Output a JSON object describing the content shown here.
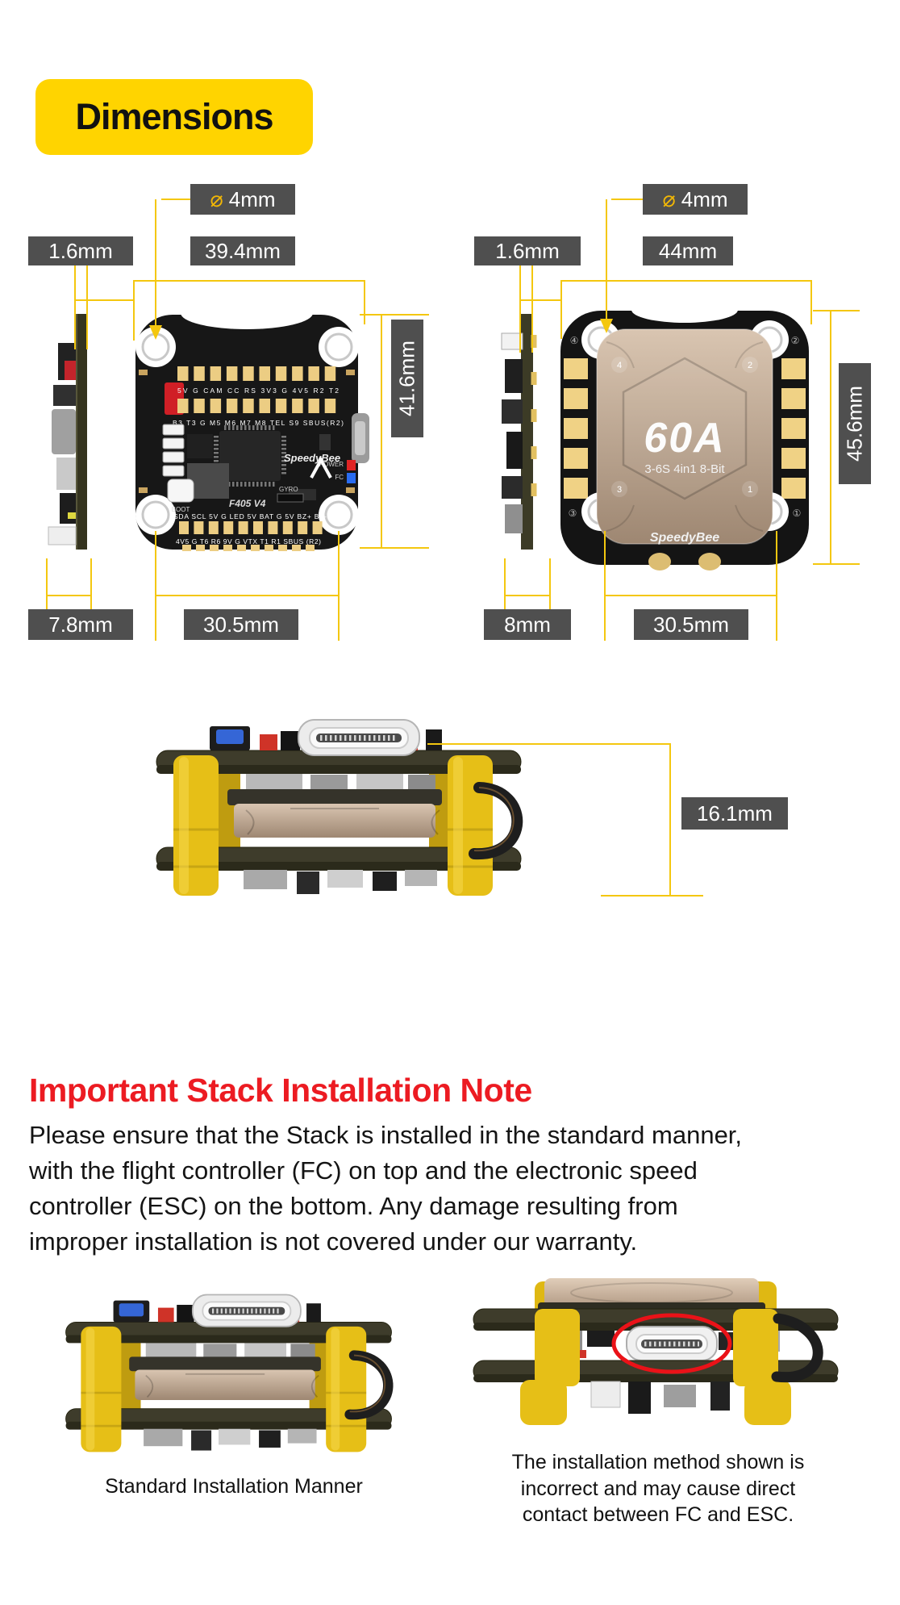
{
  "title": "Dimensions",
  "fc": {
    "phi": "⌀",
    "hole_diameter": "4mm",
    "thickness": "1.6mm",
    "width": "39.4mm",
    "height": "41.6mm",
    "side_width": "7.8mm",
    "mount_spacing": "30.5mm",
    "board": {
      "brand": "SpeedyBee",
      "model": "F405 V4",
      "pad_row_top1": "5V G CAM CC RS 3V3 G 4V5 R2 T2",
      "pad_row_top2": "B3 T3 G M5 M6 M7 M8 TEL S9 SBUS(R2)",
      "pad_row_bottom1": "SDA SCL 5V G LED 5V BAT G 5V BZ+ BZ-",
      "pad_row_bottom2": "4V5 G T6 R6 9V G VTX T1 R1 SBUS (R2)",
      "boot_label": "BOOT",
      "gyro_label": "GYRO",
      "power_label": "POWER",
      "fc_label": "FC"
    }
  },
  "esc": {
    "phi": "⌀",
    "hole_diameter": "4mm",
    "thickness": "1.6mm",
    "width": "44mm",
    "height": "45.6mm",
    "side_width": "8mm",
    "mount_spacing": "30.5mm",
    "board": {
      "current_rating": "60A",
      "spec": "3-6S 4in1 8-Bit",
      "brand": "SpeedyBee",
      "heatsink_numbers": [
        "4",
        "2",
        "3",
        "1"
      ],
      "pcb_numbers": [
        "④",
        "②",
        "③",
        "①"
      ]
    }
  },
  "stack": {
    "height": "16.1mm"
  },
  "note": {
    "heading": "Important Stack Installation Note",
    "body": "Please ensure that the Stack is installed in the standard manner,\nwith the flight controller (FC) on top and the electronic speed\ncontroller (ESC) on the bottom. Any damage resulting from\nimproper installation is not covered under our warranty."
  },
  "figures": {
    "standard_caption": "Standard Installation Manner",
    "incorrect_caption": "The installation method shown is\nincorrect and may cause direct\ncontact between FC and ESC."
  },
  "colors": {
    "accent_yellow": "#ffd400",
    "dim_line": "#f4c70f",
    "label_bg": "#4f4f4f",
    "label_text": "#ffffff",
    "heading_red": "#ec1b22"
  }
}
